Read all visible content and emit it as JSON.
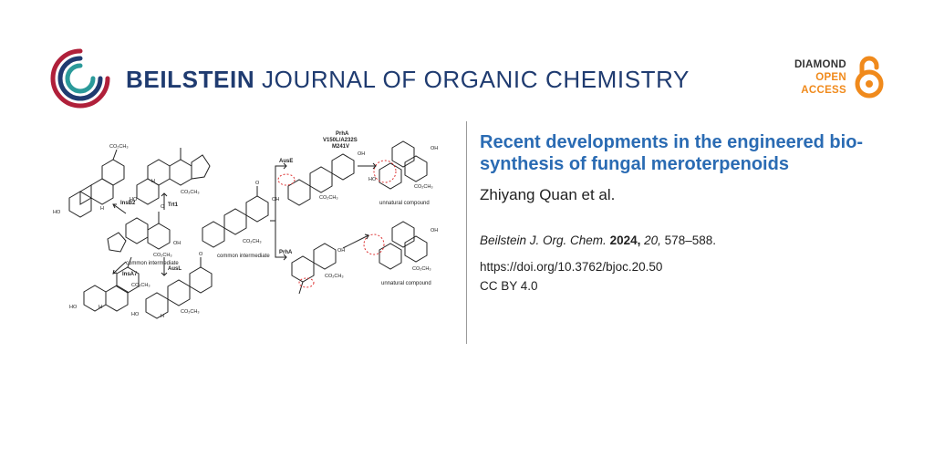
{
  "header": {
    "journal_bold": "BEILSTEIN",
    "journal_rest": "JOURNAL OF ORGANIC CHEMISTRY",
    "open_access": {
      "line1": "DIAMOND",
      "line2": "OPEN",
      "line3": "ACCESS"
    },
    "colors": {
      "navy": "#1f3b70",
      "crimson": "#b0203a",
      "teal": "#2a9a9a",
      "orange": "#f08a1c"
    }
  },
  "article": {
    "title_line1": "Recent developments in the engineered bio-",
    "title_line2": "synthesis of fungal meroterpenoids",
    "authors": "Zhiyang Quan et al.",
    "citation": {
      "journal": "Beilstein J. Org. Chem.",
      "year": "2024,",
      "volume": "20,",
      "pages": "578–588."
    },
    "doi": "https://doi.org/10.3762/bjoc.20.50",
    "license": "CC BY 4.0",
    "title_color": "#2a6bb3"
  },
  "graphic": {
    "enzymes": {
      "insB2": "InsB2",
      "trt1": "Trt1",
      "insA7": "InsA7",
      "ausL": "AusL",
      "ausE": "AusE",
      "prhA": "PrhA",
      "prhA_mut1": "PrhA",
      "prhA_mut2": "V150L/A232S",
      "prhA_mut3": "M241V"
    },
    "labels": {
      "common1": "common intermediate",
      "common2": "common intermediate",
      "unnatural1": "unnatural compound",
      "unnatural2": "unnatural compound"
    },
    "groups": {
      "co2ch3": "CO₂CH₃",
      "oh": "OH",
      "ho": "HO",
      "o": "O",
      "h": "H"
    }
  }
}
